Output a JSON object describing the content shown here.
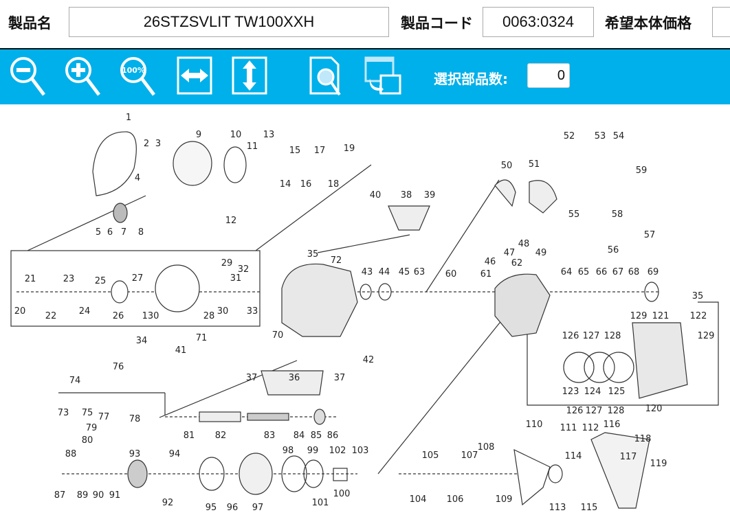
{
  "header": {
    "product_name_label": "製品名",
    "product_name_value": "26STZSVLIT TW100XXH",
    "product_code_label": "製品コード",
    "product_code_value": "0063:0324",
    "price_label": "希望本体価格",
    "price_value": ""
  },
  "toolbar": {
    "buttons": [
      {
        "name": "zoom-out",
        "icon": "zoom-out-icon"
      },
      {
        "name": "zoom-in",
        "icon": "zoom-in-icon"
      },
      {
        "name": "zoom-100",
        "icon": "zoom-100-icon",
        "text": "100%"
      },
      {
        "name": "fit-width",
        "icon": "fit-width-icon"
      },
      {
        "name": "fit-height",
        "icon": "fit-height-icon"
      },
      {
        "name": "preview",
        "icon": "document-magnifier-icon"
      },
      {
        "name": "switch-window",
        "icon": "window-switch-icon"
      }
    ],
    "selected_count_label": "選択部品数:",
    "selected_count_value": "0"
  },
  "diagram": {
    "part_labels": [
      "1",
      "2",
      "3",
      "4",
      "5",
      "6",
      "7",
      "8",
      "9",
      "10",
      "11",
      "12",
      "13",
      "14",
      "15",
      "16",
      "17",
      "18",
      "19",
      "20",
      "21",
      "22",
      "23",
      "24",
      "25",
      "26",
      "27",
      "130",
      "28",
      "29",
      "30",
      "31",
      "32",
      "33",
      "34",
      "35",
      "72",
      "71",
      "41",
      "70",
      "42",
      "40",
      "38",
      "39",
      "43",
      "44",
      "45",
      "63",
      "60",
      "61",
      "62",
      "64",
      "65",
      "66",
      "67",
      "68",
      "69",
      "50",
      "51",
      "52",
      "53",
      "54",
      "59",
      "55",
      "58",
      "56",
      "57",
      "46",
      "47",
      "48",
      "49",
      "35",
      "129",
      "121",
      "122",
      "129",
      "126",
      "127",
      "128",
      "123",
      "124",
      "125",
      "120",
      "126",
      "127",
      "128",
      "37",
      "36",
      "37",
      "76",
      "74",
      "73",
      "75",
      "77",
      "78",
      "79",
      "80",
      "81",
      "82",
      "83",
      "84",
      "85",
      "86",
      "88",
      "87",
      "89",
      "90",
      "91",
      "93",
      "92",
      "94",
      "95",
      "96",
      "97",
      "98",
      "99",
      "102",
      "103",
      "100",
      "101",
      "104",
      "105",
      "106",
      "107",
      "108",
      "109",
      "110",
      "111",
      "112",
      "116",
      "114",
      "113",
      "115",
      "117",
      "118",
      "119"
    ]
  },
  "colors": {
    "toolbar": "#00b0ea",
    "line": "#333333"
  }
}
